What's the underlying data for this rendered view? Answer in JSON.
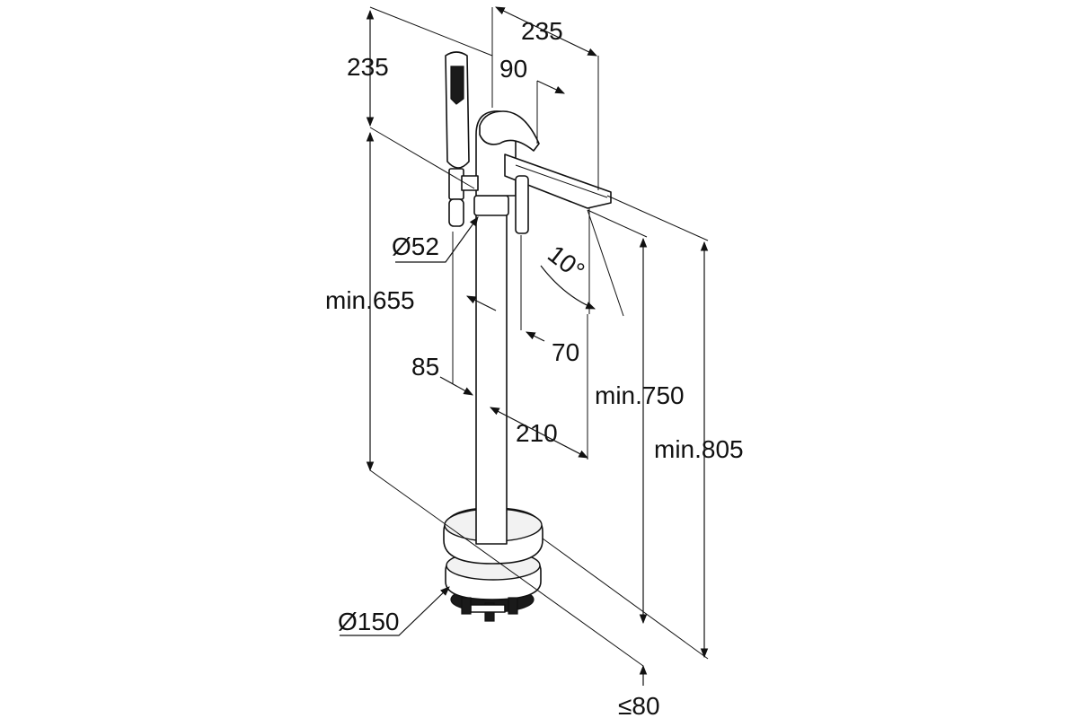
{
  "dimensions": {
    "top_width_235": "235",
    "left_height_235": "235",
    "spout_90": "90",
    "diameter_52": "Ø52",
    "angle_10": "10°",
    "min_655": "min.655",
    "dim_70": "70",
    "dim_85": "85",
    "dim_210": "210",
    "min_750": "min.750",
    "min_805": "min.805",
    "diameter_150": "Ø150",
    "max_80": "≤80"
  },
  "colors": {
    "line": "#111111",
    "background": "#ffffff",
    "flange_fill": "#f2f2f2"
  }
}
